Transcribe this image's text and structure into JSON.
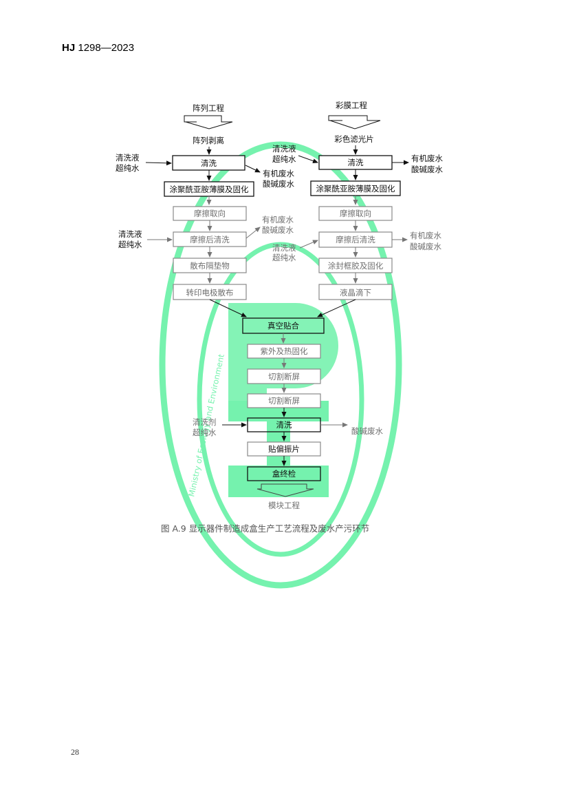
{
  "header": {
    "code": "HJ",
    "number": "1298—2023"
  },
  "page_number": "28",
  "left_branch": {
    "title": "阵列工程",
    "step0": "阵列剥离",
    "clean": "清洗",
    "coat": "涂聚酰亚胺薄膜及固化",
    "rub": "摩擦取向",
    "rub_clean": "摩擦后清洗",
    "spacer": "散布隔垫物",
    "transfer": "转印电极散布",
    "in1": [
      "清洗液",
      "超纯水"
    ],
    "out1": [
      "有机废水",
      "酸碱废水"
    ],
    "in2": [
      "清洗液",
      "超纯水"
    ],
    "out2": [
      "有机废水",
      "酸碱废水"
    ]
  },
  "right_branch": {
    "title": "彩膜工程",
    "step0": "彩色滤光片",
    "clean": "清洗",
    "coat": "涂聚酰亚胺薄膜及固化",
    "rub": "摩擦取向",
    "rub_clean": "摩擦后清洗",
    "seal": "涂封框胶及固化",
    "lc": "液晶滴下",
    "in1": [
      "清洗液",
      "超纯水"
    ],
    "out1": [
      "有机废水",
      "酸碱废水"
    ],
    "in2": [
      "清洗液",
      "超纯水"
    ],
    "out2": [
      "有机废水",
      "酸碱废水"
    ]
  },
  "merge": {
    "vacuum": "真空贴合",
    "uv": "紫外及热固化",
    "cut1": "切割断屏",
    "cut2": "切割断屏",
    "clean": "清洗",
    "polarizer": "贴偏振片",
    "inspect": "盒终检",
    "final": "模块工程",
    "in": [
      "清洗剂",
      "超纯水"
    ],
    "out": "酸碱废水"
  },
  "caption": "图 A.9  显示器件制造成盒生产工艺流程及废水产污环节",
  "watermark": {
    "text": "Ministry of Ecology and Environment",
    "color": "#2fe38a"
  }
}
